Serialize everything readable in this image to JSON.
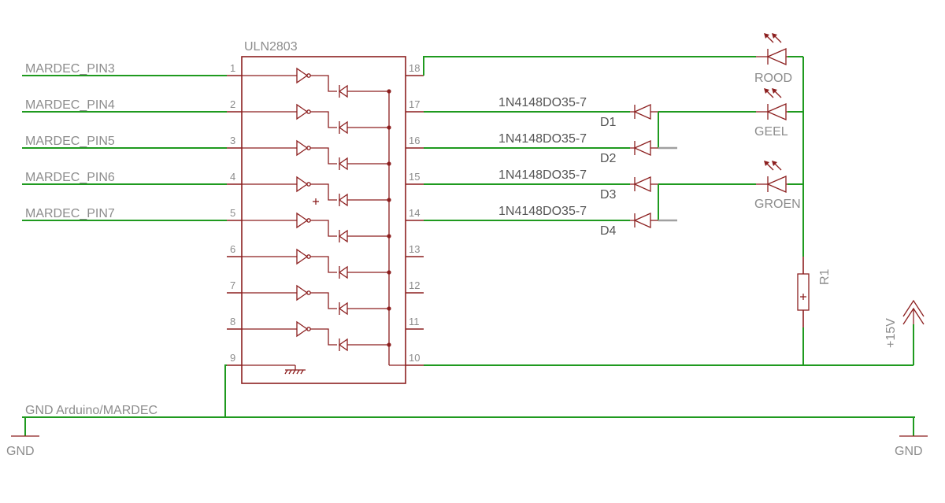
{
  "ic": {
    "name": "ULN2803",
    "left_pins": [
      "1",
      "2",
      "3",
      "4",
      "5",
      "6",
      "7",
      "8",
      "9"
    ],
    "right_pins": [
      "18",
      "17",
      "16",
      "15",
      "14",
      "13",
      "12",
      "11",
      "10"
    ]
  },
  "nets": {
    "inputs": [
      "MARDEC_PIN3",
      "MARDEC_PIN4",
      "MARDEC_PIN5",
      "MARDEC_PIN6",
      "MARDEC_PIN7"
    ],
    "gnd_net": "GND Arduino/MARDEC",
    "gnd_left": "GND",
    "gnd_right": "GND",
    "supply": "+15V"
  },
  "diodes": [
    {
      "part": "1N4148DO35-7",
      "name": "D1"
    },
    {
      "part": "1N4148DO35-7",
      "name": "D2"
    },
    {
      "part": "1N4148DO35-7",
      "name": "D3"
    },
    {
      "part": "1N4148DO35-7",
      "name": "D4"
    }
  ],
  "leds": [
    "ROOD",
    "GEEL",
    "GROEN"
  ],
  "resistor": "R1",
  "colors": {
    "wire": "#1f9a1f",
    "component": "#8c1f1f",
    "text": "#8c8c8c"
  }
}
